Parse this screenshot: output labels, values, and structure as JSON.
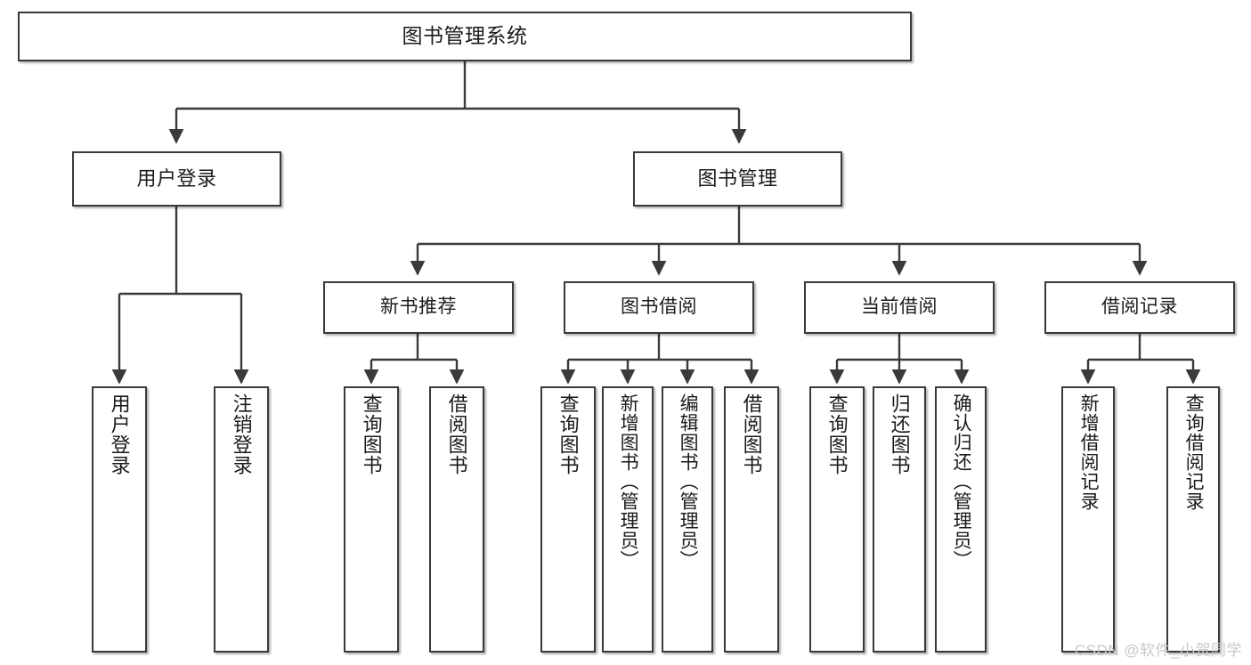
{
  "diagram": {
    "title": "图书管理系统",
    "type": "tree",
    "root": {
      "label": "图书管理系统"
    },
    "level2": [
      {
        "label": "用户登录"
      },
      {
        "label": "图书管理"
      }
    ],
    "level3": [
      {
        "label": "新书推荐"
      },
      {
        "label": "图书借阅"
      },
      {
        "label": "当前借阅"
      },
      {
        "label": "借阅记录"
      }
    ],
    "leaves": {
      "user_login": [
        {
          "label": "用户登录"
        },
        {
          "label": "注销登录"
        }
      ],
      "new_book_recommend": [
        {
          "label": "查询图书"
        },
        {
          "label": "借阅图书"
        }
      ],
      "book_borrow": [
        {
          "label": "查询图书"
        },
        {
          "label": "新增图书（管理员）"
        },
        {
          "label": "编辑图书（管理员）"
        },
        {
          "label": "借阅图书"
        }
      ],
      "current_borrow": [
        {
          "label": "查询图书"
        },
        {
          "label": "归还图书"
        },
        {
          "label": "确认归还（管理员）"
        }
      ],
      "borrow_record": [
        {
          "label": "新增借阅记录"
        },
        {
          "label": "查询借阅记录"
        }
      ]
    }
  },
  "watermark": {
    "text": "CSDN @软件_小贺同学"
  },
  "colors": {
    "stroke": "#3a3a3a",
    "text": "#1b1b1b",
    "background": "#ffffff",
    "watermark": "#c9c9c9"
  }
}
